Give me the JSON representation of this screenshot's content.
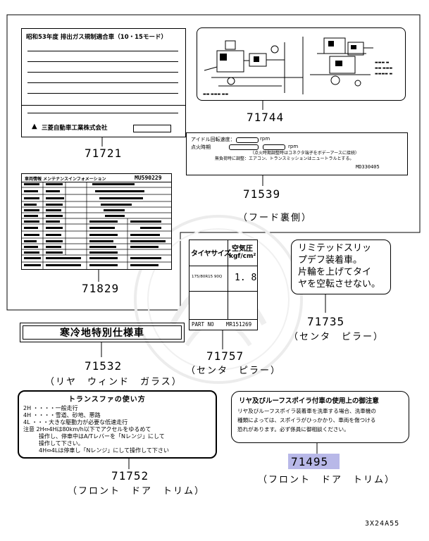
{
  "parts": {
    "p71721": {
      "number": "71721",
      "heading": "昭和53年度 排出ガス規制適合車（10・15モード）",
      "company": "三菱自動車工業株式会社"
    },
    "p71744": {
      "number": "71744"
    },
    "p71539": {
      "number": "71539",
      "location": "（フード裏側）",
      "idle_label": "アイドル回転速度：",
      "ignition_label": "点火時期",
      "rpm": "rpm",
      "note1": "（点火時期調整時はコネクタ端子をボデーアースに接続）",
      "note2": "無負荷時に調整：エアコン、トランスミッションはニュートラルとする。",
      "code": "MD330405"
    },
    "p71829": {
      "number": "71829",
      "heading": "車両情報 メンテナンスインフォメーション",
      "code": "MU590229"
    },
    "p71757": {
      "number": "71757",
      "location": "（センタ　ピラー）",
      "header_size": "タイヤサイズ",
      "header_pressure": "空気圧",
      "header_unit": "kgf/cm²",
      "tire_size": "175/80R15 90Q",
      "pressure": "1. 8",
      "footer_label": "PART NO",
      "footer_code": "MR151269"
    },
    "p71735": {
      "number": "71735",
      "location": "（センタ　ピラー）",
      "text_lines": [
        "リミテッドスリッ",
        "プデフ装着車。",
        "片輪を上げてタイ",
        "ヤを空転させない。"
      ]
    },
    "p71532": {
      "number": "71532",
      "location": "（リヤ　ウィンド　ガラス）",
      "text": "寒冷地特別仕様車"
    },
    "p71752": {
      "number": "71752",
      "location": "（フロント　ドア　トリム）",
      "title": "トランスファの使い方",
      "rows": [
        "2H ・・・・一般走行",
        "4H ・・・・雪道、砂地、悪路",
        "4L ・・・大きな駆動力が必要な低速走行",
        "注意 2H⇔4Hは80km/h以下でアクセルをゆるめて",
        "操作し、停車中はA/Tレバーを「Nレンジ」にして",
        "操作して下さい。",
        "4H⇔4Lは停車し「Nレンジ」にして操作して下さい"
      ]
    },
    "p71495": {
      "number": "71495",
      "location": "（フロント　ドア　トリム）",
      "title": "リヤ及びルーフスポイラ付車の使用上の御注意",
      "text_lines": [
        "リヤ及びルーフスポイラ装着車を洗車する場合、洗車機の",
        "種類によっては、スポイラがひっかかり、車両を傷つける",
        "恐れがあります。必ず係員に御相談ください。"
      ]
    }
  },
  "figure_code": "3X24A55",
  "colors": {
    "highlight": "#b8b8e8"
  }
}
